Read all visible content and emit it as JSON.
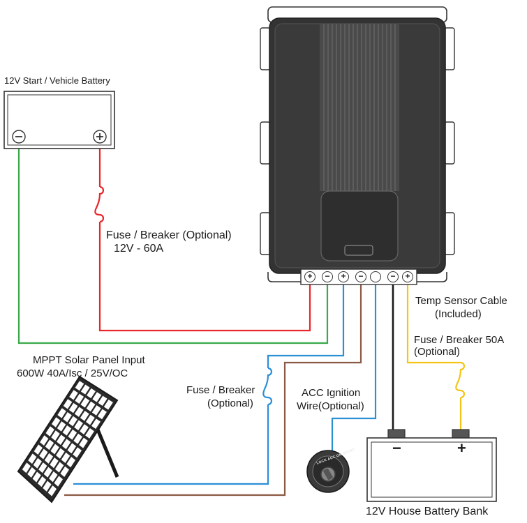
{
  "start_battery": {
    "title": "12V Start / Vehicle Battery"
  },
  "start_fuse": {
    "line1": "Fuse / Breaker  (Optional)",
    "line2": "12V - 60A"
  },
  "solar": {
    "line1": "MPPT Solar Panel Input",
    "line2": "600W   40A/Isc  /  25V/OC"
  },
  "solar_fuse": {
    "line1": "Fuse / Breaker",
    "line2": "(Optional)"
  },
  "acc": {
    "line1": "ACC Ignition",
    "line2": "Wire(Optional)"
  },
  "temp_sensor": {
    "line1": "Temp Sensor Cable",
    "line2": "(Included)"
  },
  "house_fuse": {
    "line1": "Fuse / Breaker  50A",
    "line2": "(Optional)"
  },
  "house_battery": {
    "title": "12V House Battery Bank",
    "minus": "−",
    "plus": "+"
  },
  "terminals": [
    "+",
    "−",
    "+",
    "−",
    "",
    "−",
    "+"
  ],
  "key_switch_text": "LOCK ACC ON START",
  "colors": {
    "red": "#e8262a",
    "green": "#39a94a",
    "blue": "#2b8fd6",
    "brown": "#8a5a44",
    "yellow": "#f4c514",
    "black": "#1a1a1a"
  }
}
